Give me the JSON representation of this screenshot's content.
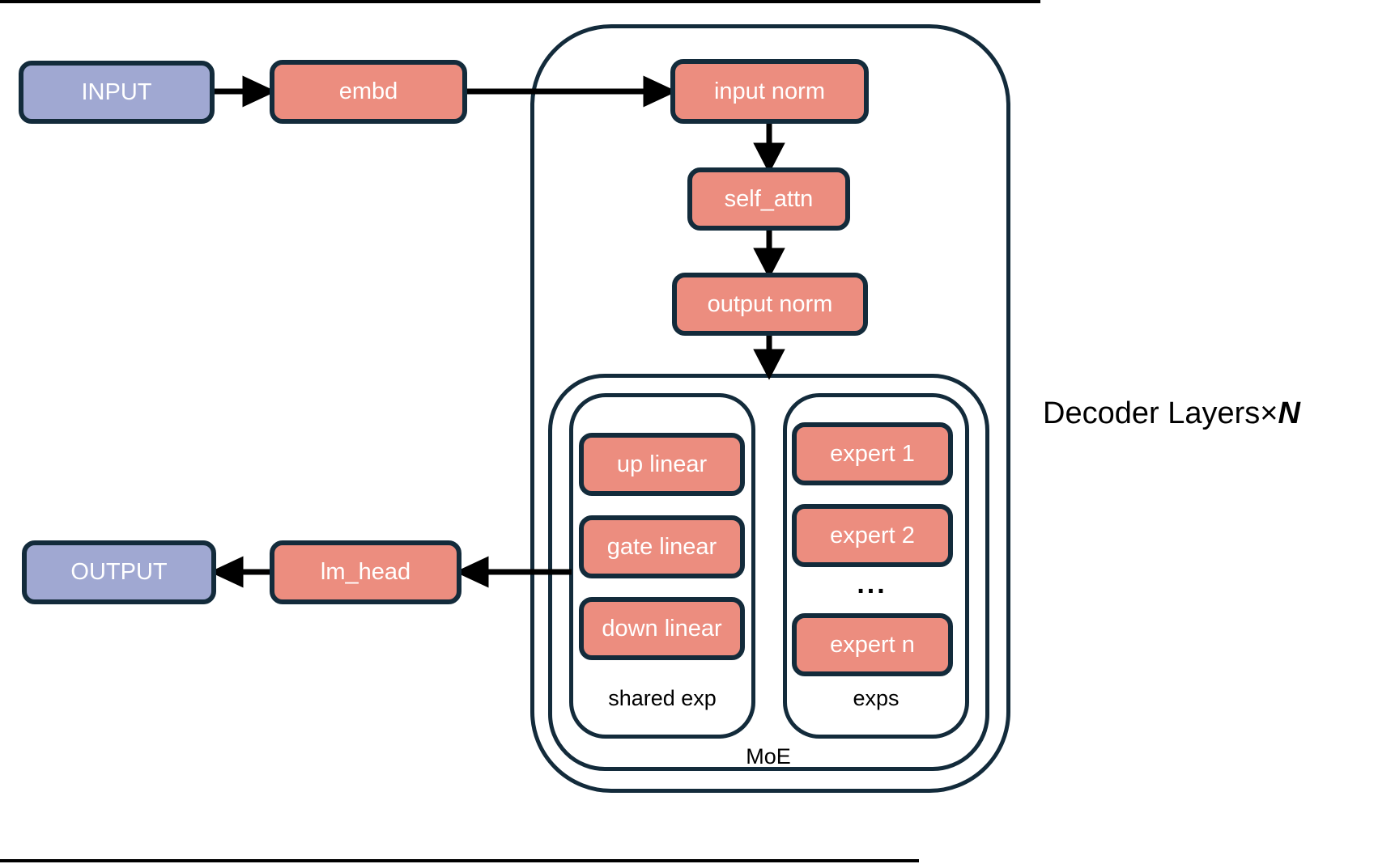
{
  "diagram": {
    "nodes": {
      "input": "INPUT",
      "embd": "embd",
      "input_norm": "input norm",
      "self_attn": "self_attn",
      "output_norm": "output norm",
      "up_linear": "up linear",
      "gate_linear": "gate linear",
      "down_linear": "down linear",
      "expert_1": "expert 1",
      "expert_2": "expert 2",
      "expert_n": "expert n",
      "lm_head": "lm_head",
      "output": "OUTPUT"
    },
    "labels": {
      "shared_exp": "shared exp",
      "exps": "exps",
      "moe": "MoE",
      "ellipsis": "...",
      "decoder_prefix": "Decoder Layers×",
      "decoder_n": "N"
    },
    "colors": {
      "block_fill": "#EC8D7F",
      "io_fill": "#A0A8D2",
      "border": "#132B3B",
      "arrow": "#000000",
      "text_on_block": "#FFFFFF",
      "label_text": "#000000"
    }
  }
}
